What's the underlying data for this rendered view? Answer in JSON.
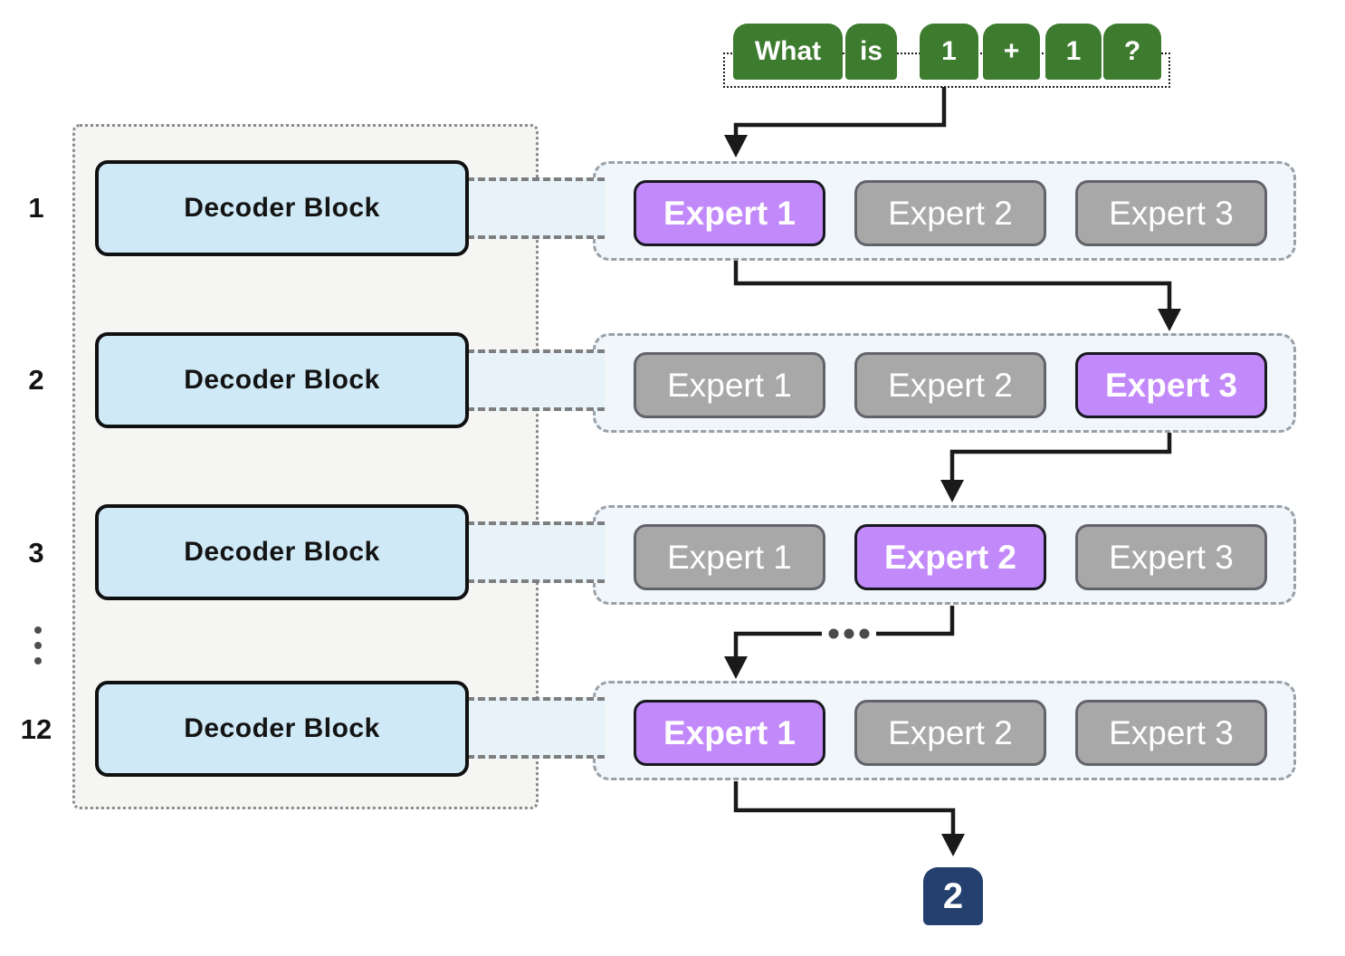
{
  "input": {
    "tokens": [
      "What",
      "is",
      "1",
      "+",
      "1",
      "?"
    ]
  },
  "decoder": {
    "block_label": "Decoder Block",
    "layer_numbers": [
      "1",
      "2",
      "3",
      "12"
    ],
    "hidden_layers_ellipsis": "⋮"
  },
  "moe_layers": [
    {
      "layer": "1",
      "experts": [
        {
          "label": "Expert 1",
          "selected": true
        },
        {
          "label": "Expert 2",
          "selected": false
        },
        {
          "label": "Expert 3",
          "selected": false
        }
      ]
    },
    {
      "layer": "2",
      "experts": [
        {
          "label": "Expert 1",
          "selected": false
        },
        {
          "label": "Expert 2",
          "selected": false
        },
        {
          "label": "Expert 3",
          "selected": true
        }
      ]
    },
    {
      "layer": "3",
      "experts": [
        {
          "label": "Expert 1",
          "selected": false
        },
        {
          "label": "Expert 2",
          "selected": true
        },
        {
          "label": "Expert 3",
          "selected": false
        }
      ]
    },
    {
      "layer": "12",
      "experts": [
        {
          "label": "Expert 1",
          "selected": true
        },
        {
          "label": "Expert 2",
          "selected": false
        },
        {
          "label": "Expert 3",
          "selected": false
        }
      ]
    }
  ],
  "routing_ellipsis": "...",
  "output": {
    "token": "2"
  },
  "colors": {
    "token_green": "#3d7b2f",
    "decoder_fill": "#cfe9f6",
    "expert_selected_purple": "#c289fa",
    "expert_idle_gray": "#a8a8a8",
    "expert_row_fill": "#f0f6fa",
    "decoder_frame_fill": "#f5f5f4",
    "output_navy": "#24406f",
    "arrow_black": "#1a1a1a"
  }
}
